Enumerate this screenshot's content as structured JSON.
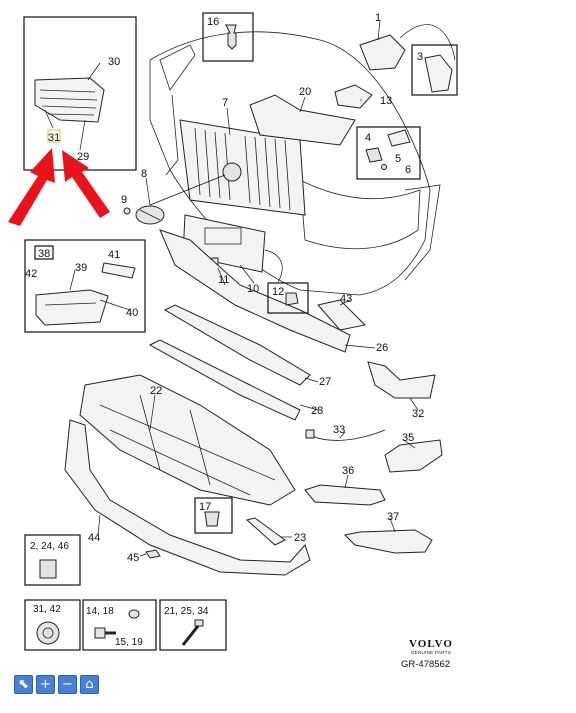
{
  "diagram": {
    "labels": {
      "p1": "1",
      "p3": "3",
      "p4": "4",
      "p5": "5",
      "p6": "6",
      "p7": "7",
      "p8": "8",
      "p9": "9",
      "p10": "10",
      "p11": "11",
      "p12": "12",
      "p13": "13",
      "p16": "16",
      "p17": "17",
      "p20": "20",
      "p22": "22",
      "p23": "23",
      "p26": "26",
      "p27": "27",
      "p28": "28",
      "p29": "29",
      "p30": "30",
      "p31": "31",
      "p32": "32",
      "p33": "33",
      "p35": "35",
      "p36": "36",
      "p37": "37",
      "p38": "38",
      "p39": "39",
      "p40": "40",
      "p41": "41",
      "p42": "42",
      "p43": "43",
      "p44": "44",
      "p45": "45",
      "fast_2_24_46": "2, 24, 46",
      "fast_31_42": "31, 42",
      "fast_14_18": "14, 18",
      "fast_15_19": "15, 19",
      "fast_21_25_34": "21, 25, 34"
    },
    "arrow_color": "#e8141b",
    "highlight_color": "#f2c94c"
  },
  "branding": {
    "logo": "VOLVO",
    "logo_sub": "GENUINE PARTS",
    "ref": "GR-478562"
  },
  "toolbar": {
    "buttons": [
      {
        "name": "select-tool-button",
        "icon": "cursor-icon",
        "glyph": "⬉"
      },
      {
        "name": "zoom-in-button",
        "icon": "plus-icon",
        "glyph": "+"
      },
      {
        "name": "zoom-out-button",
        "icon": "minus-icon",
        "glyph": "−"
      },
      {
        "name": "home-button",
        "icon": "home-icon",
        "glyph": "⌂"
      }
    ]
  }
}
